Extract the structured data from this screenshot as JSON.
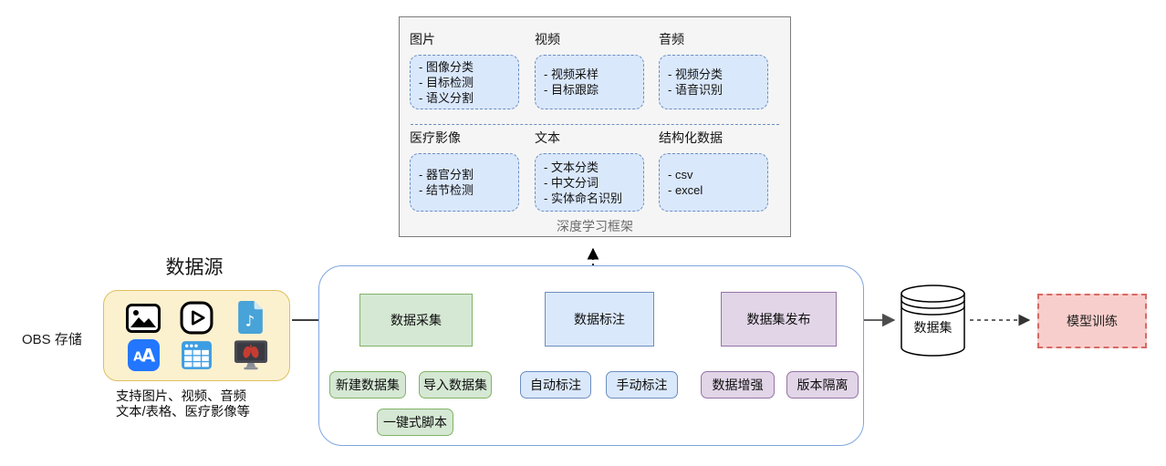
{
  "colors": {
    "green_fill": "#d5e8d4",
    "green_stroke": "#82b366",
    "blue_fill": "#dae8fc",
    "blue_stroke": "#6c8ebf",
    "purple_fill": "#e1d5e7",
    "purple_stroke": "#9673a6",
    "red_fill": "#f8cecc",
    "red_stroke": "#d66a64",
    "yellow_fill": "#fcf1cf",
    "yellow_stroke": "#ddbf5f",
    "panel_fill": "#f5f5f5",
    "panel_stroke": "#7b7b7b",
    "container_stroke": "#7ea6e0"
  },
  "framework": {
    "caption": "深度学习框架",
    "groups": [
      {
        "label": "图片",
        "items": [
          "- 图像分类",
          "- 目标检测",
          "- 语义分割"
        ]
      },
      {
        "label": "视频",
        "items": [
          "- 视频采样",
          "- 目标跟踪"
        ]
      },
      {
        "label": "音频",
        "items": [
          "- 视频分类",
          "- 语音识别"
        ]
      },
      {
        "label": "医疗影像",
        "items": [
          "- 器官分割",
          "- 结节检测"
        ]
      },
      {
        "label": "文本",
        "items": [
          "- 文本分类",
          "- 中文分词",
          "- 实体命名识别"
        ]
      },
      {
        "label": "结构化数据",
        "items": [
          "- csv",
          "- excel"
        ]
      }
    ]
  },
  "source": {
    "title": "数据源",
    "storage_label": "OBS 存储",
    "caption_line1": "支持图片、视频、音频",
    "caption_line2": "文本/表格、医疗影像等",
    "icons": [
      "image-icon",
      "video-play-icon",
      "audio-file-icon",
      "text-aa-icon",
      "table-icon",
      "medical-monitor-icon"
    ]
  },
  "pipeline": {
    "stages": [
      {
        "label": "数据采集",
        "tags": [
          "新建数据集",
          "导入数据集",
          "一键式脚本"
        ]
      },
      {
        "label": "数据标注",
        "tags": [
          "自动标注",
          "手动标注"
        ]
      },
      {
        "label": "数据集发布",
        "tags": [
          "数据增强",
          "版本隔离"
        ]
      }
    ]
  },
  "dataset": {
    "label": "数据集"
  },
  "training": {
    "label": "模型训练"
  }
}
